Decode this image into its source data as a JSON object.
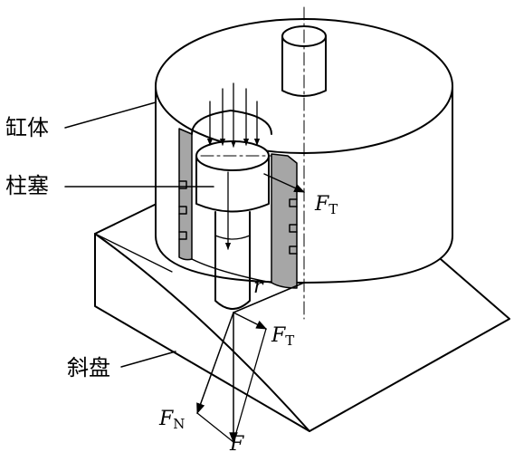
{
  "labels": {
    "cylinder": "缸体",
    "plunger": "柱塞",
    "swashplate": "斜盘",
    "ft_upper_base": "F",
    "ft_upper_sub": "T",
    "ft_lower_base": "F",
    "ft_lower_sub": "T",
    "fn_base": "F",
    "fn_sub": "N",
    "f": "F",
    "r": "r"
  },
  "colors": {
    "line": "#000000",
    "section_fill": "#a6a6a6",
    "background": "#ffffff"
  }
}
